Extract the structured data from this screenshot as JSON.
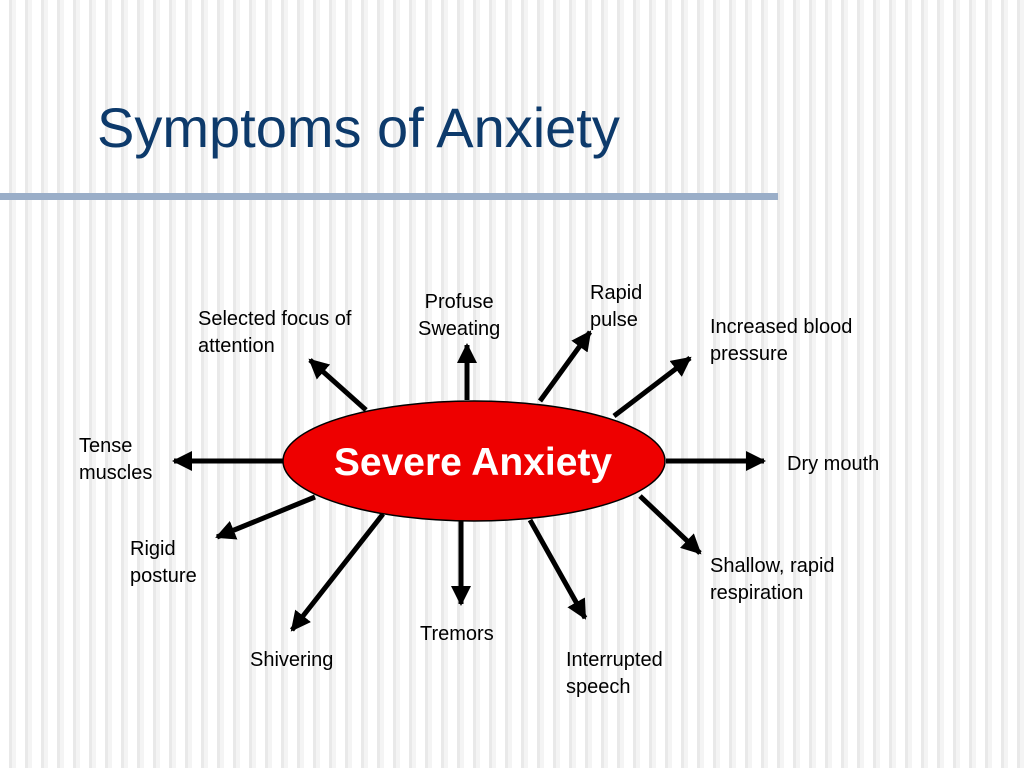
{
  "slide": {
    "title": "Symptoms of Anxiety"
  },
  "colors": {
    "title": "#0d3a6b",
    "rule": "#9aaec8",
    "center_fill": "#ee0000",
    "arrows": "#000000"
  },
  "diagram": {
    "center": "Severe Anxiety",
    "symptoms": [
      "Selected focus of\nattention",
      "Profuse\nSweating",
      "Rapid\npulse",
      "Increased blood\npressure",
      "Tense\nmuscles",
      "Dry mouth",
      "Rigid\nposture",
      "Shallow, rapid\nrespiration",
      "Shivering",
      "Tremors",
      "Interrupted\nspeech"
    ]
  }
}
